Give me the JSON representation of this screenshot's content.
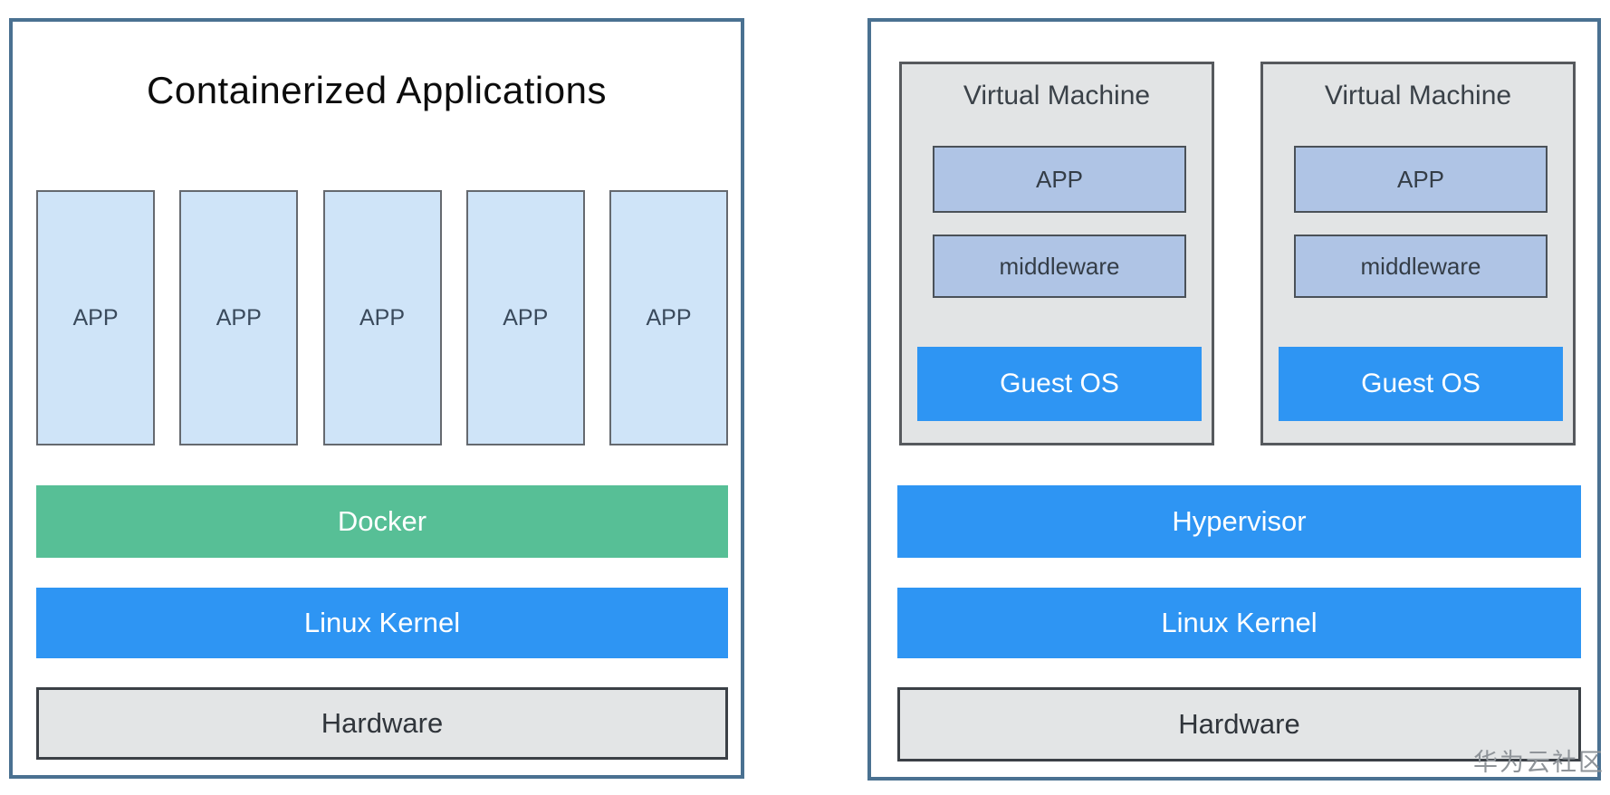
{
  "left_panel": {
    "title": "Containerized Applications",
    "apps": [
      "APP",
      "APP",
      "APP",
      "APP",
      "APP"
    ],
    "docker_label": "Docker",
    "kernel_label": "Linux Kernel",
    "hardware_label": "Hardware"
  },
  "right_panel": {
    "vms": [
      {
        "title": "Virtual Machine",
        "app": "APP",
        "middleware": "middleware",
        "guest_os": "Guest OS"
      },
      {
        "title": "Virtual Machine",
        "app": "APP",
        "middleware": "middleware",
        "guest_os": "Guest OS"
      }
    ],
    "hypervisor_label": "Hypervisor",
    "kernel_label": "Linux Kernel",
    "hardware_label": "Hardware"
  },
  "watermark": "华为云社区",
  "colors": {
    "panel_border": "#4A7191",
    "container_app_fill": "#CFE4F8",
    "container_app_border": "#65696F",
    "docker_green": "#57BF96",
    "layer_blue": "#2E95F3",
    "hardware_fill": "#E3E5E6",
    "hardware_border": "#3B4046",
    "vm_fill": "#E2E4E5",
    "vm_border": "#56595D",
    "vm_inner_fill": "#AFC4E5",
    "vm_inner_border": "#4A5158",
    "watermark_gray": "#8F9499"
  }
}
